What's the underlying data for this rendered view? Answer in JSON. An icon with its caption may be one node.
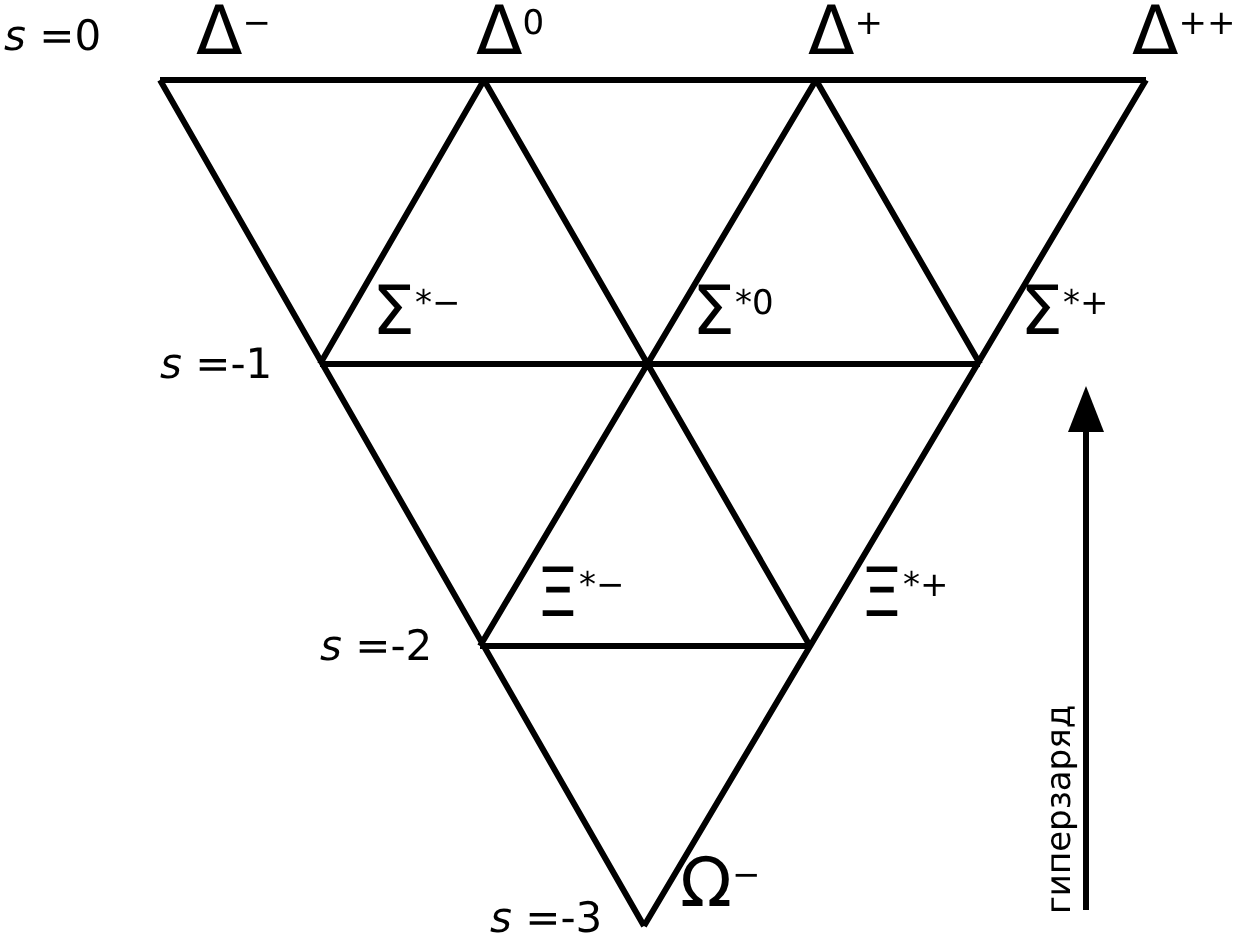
{
  "diagram": {
    "labels": [
      "*s* =0",
      "Δ$^{−}$",
      "Δ$^{0}$",
      "Δ$^{+}$",
      "Δ$^{++}$",
      "Σ$^{*−}$",
      "Σ$^{*0}$",
      "*s* =-1",
      "Σ$^{*+}$",
      "Ξ$^{*−}$",
      "Ξ$^{*+}$",
      "*s* =-2",
      "Ω$^{−}$",
      "*s* =-3",
      "гиперзаряд"
    ]
  }
}
